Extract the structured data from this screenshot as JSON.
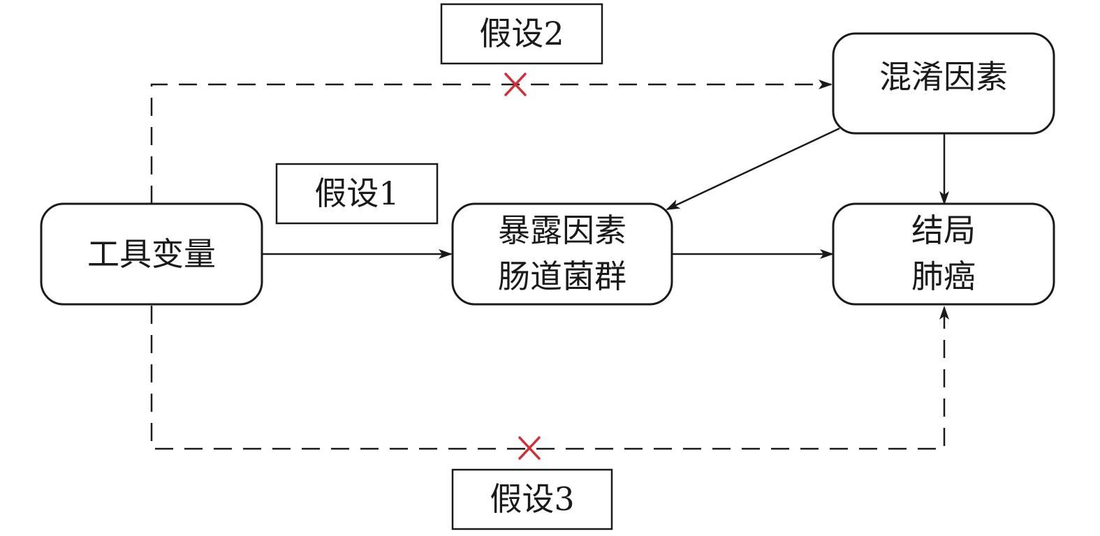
{
  "colors": {
    "stroke": "#1a1a1a",
    "cross": "#d0303a",
    "background": "#ffffff"
  },
  "nodes": {
    "instrument": {
      "label": "工具变量"
    },
    "confounder": {
      "label": "混淆因素"
    },
    "exposure": {
      "line1": "暴露因素",
      "line2": "肠道菌群"
    },
    "outcome": {
      "line1": "结局",
      "line2": "肺癌"
    }
  },
  "assumptions": {
    "a1": "假设1",
    "a2": "假设2",
    "a3": "假设3"
  },
  "edges": [
    {
      "from": "instrument",
      "to": "exposure",
      "style": "solid"
    },
    {
      "from": "exposure",
      "to": "outcome",
      "style": "solid"
    },
    {
      "from": "confounder",
      "to": "exposure",
      "style": "solid"
    },
    {
      "from": "confounder",
      "to": "outcome",
      "style": "solid"
    },
    {
      "from": "instrument",
      "to": "confounder",
      "style": "dashed",
      "blocked": true
    },
    {
      "from": "instrument",
      "to": "outcome",
      "style": "dashed",
      "blocked": true
    }
  ]
}
